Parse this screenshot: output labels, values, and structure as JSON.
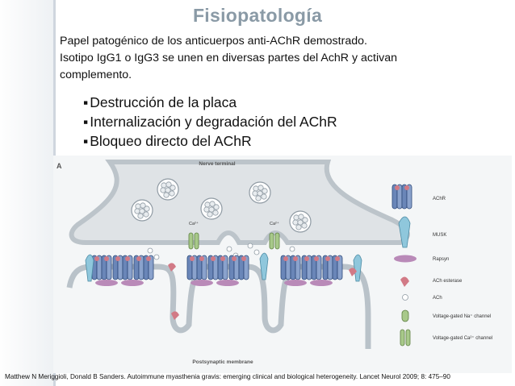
{
  "slide": {
    "title": "Fisiopatología",
    "paragraph_lines": [
      "Papel patogénico de los anticuerpos anti-AChR demostrado.",
      "Isotipo IgG1 o IgG3 se unen en diversas partes del AchR y activan",
      "complemento."
    ],
    "bullets": [
      "Destrucción de la placa",
      "Internalización y degradación del AChR",
      "Bloqueo directo del AChR"
    ],
    "citation": "Matthew N Meriggioli, Donald B Sanders. Autoimmune myasthenia gravis: emerging clinical and biological heterogeneity.  Lancet Neurol 2009; 8: 475–90"
  },
  "figure": {
    "panel_letter": "A",
    "nerve_label": "Nerve terminal",
    "postsynaptic_label": "Postsynaptic membrane",
    "ca_labels": [
      "Ca²⁺",
      "Ca²⁺"
    ],
    "legend": [
      "AChR",
      "MUSK",
      "Rapsyn",
      "ACh esterase",
      "ACh",
      "Voltage-gated Na⁺ channel",
      "Voltage-gated Ca²⁺ channel"
    ]
  },
  "colors": {
    "title": "#8a9aa6",
    "membrane": "#b9c2c9",
    "achr_blue": "#6a86b8",
    "achr_pink": "#d27a86",
    "musk": "#8fc7dc",
    "rapsyn": "#b98ab8",
    "channel_green": "#a8c98a"
  }
}
